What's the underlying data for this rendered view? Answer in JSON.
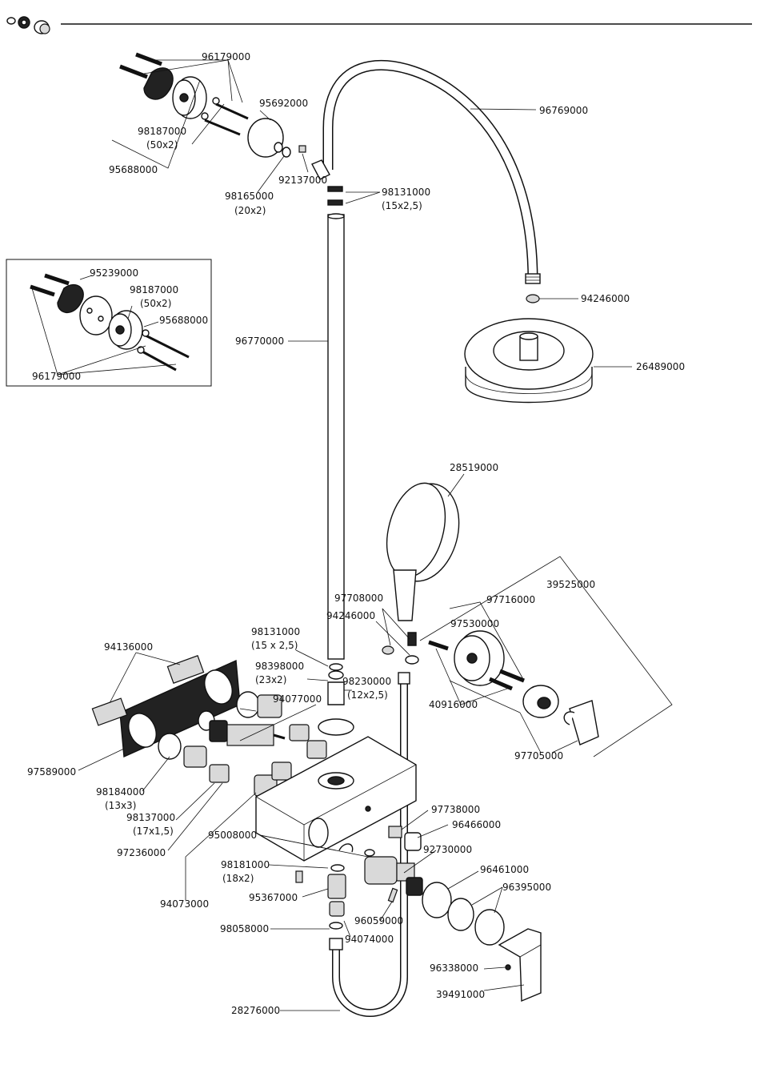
{
  "parts": [
    {
      "id": "p96179000a",
      "number": "96179000"
    },
    {
      "id": "p95692000",
      "number": "95692000"
    },
    {
      "id": "p96769000",
      "number": "96769000"
    },
    {
      "id": "p98187000a",
      "number": "98187000",
      "spec": "(50x2)"
    },
    {
      "id": "p95688000a",
      "number": "95688000"
    },
    {
      "id": "p92137000",
      "number": "92137000"
    },
    {
      "id": "p98165000",
      "number": "98165000",
      "spec": "(20x2)"
    },
    {
      "id": "p98131000a",
      "number": "98131000",
      "spec": "(15x2,5)"
    },
    {
      "id": "p95239000",
      "number": "95239000"
    },
    {
      "id": "p98187000b",
      "number": "98187000",
      "spec": "(50x2)"
    },
    {
      "id": "p95688000b",
      "number": "95688000"
    },
    {
      "id": "p96179000b",
      "number": "96179000"
    },
    {
      "id": "p94246000a",
      "number": "94246000"
    },
    {
      "id": "p96770000",
      "number": "96770000"
    },
    {
      "id": "p26489000",
      "number": "26489000"
    },
    {
      "id": "p28519000",
      "number": "28519000"
    },
    {
      "id": "p39525000",
      "number": "39525000"
    },
    {
      "id": "p97708000",
      "number": "97708000"
    },
    {
      "id": "p97716000",
      "number": "97716000"
    },
    {
      "id": "p94246000b",
      "number": "94246000"
    },
    {
      "id": "p97530000",
      "number": "97530000"
    },
    {
      "id": "p98131000b",
      "number": "98131000",
      "spec": "(15 x 2,5)"
    },
    {
      "id": "p94136000",
      "number": "94136000"
    },
    {
      "id": "p98398000",
      "number": "98398000",
      "spec": "(23x2)"
    },
    {
      "id": "p98230000",
      "number": "98230000",
      "spec": "(12x2,5)"
    },
    {
      "id": "p94077000",
      "number": "94077000"
    },
    {
      "id": "p40916000",
      "number": "40916000"
    },
    {
      "id": "p97705000",
      "number": "97705000"
    },
    {
      "id": "p97589000",
      "number": "97589000"
    },
    {
      "id": "p98184000",
      "number": "98184000",
      "spec": "(13x3)"
    },
    {
      "id": "p98137000",
      "number": "98137000",
      "spec": "(17x1,5)"
    },
    {
      "id": "p97738000",
      "number": "97738000"
    },
    {
      "id": "p96466000",
      "number": "96466000"
    },
    {
      "id": "p97236000",
      "number": "97236000"
    },
    {
      "id": "p95008000",
      "number": "95008000"
    },
    {
      "id": "p92730000",
      "number": "92730000"
    },
    {
      "id": "p98181000",
      "number": "98181000",
      "spec": "(18x2)"
    },
    {
      "id": "p96461000",
      "number": "96461000"
    },
    {
      "id": "p96395000",
      "number": "96395000"
    },
    {
      "id": "p95367000",
      "number": "95367000"
    },
    {
      "id": "p94073000",
      "number": "94073000"
    },
    {
      "id": "p96059000",
      "number": "96059000"
    },
    {
      "id": "p98058000",
      "number": "98058000"
    },
    {
      "id": "p94074000",
      "number": "94074000"
    },
    {
      "id": "p96338000",
      "number": "96338000"
    },
    {
      "id": "p39491000",
      "number": "39491000"
    },
    {
      "id": "p28276000",
      "number": "28276000"
    }
  ]
}
